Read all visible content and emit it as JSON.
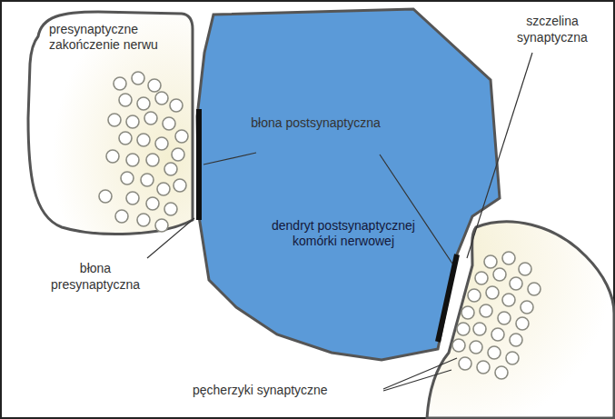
{
  "diagram": {
    "nodes": [
      {
        "text": [
          "presynaptyczne zakończenie nerwu"
        ]
      },
      {
        "text": [
          "dendryt postsynaptycznej komórki nerwowej"
        ]
      }
    ],
    "labels": [
      "błona postsynaptyczna",
      "szczelina synaptyczna",
      "błona presynaptyczna",
      "pęcherzyki synaptyczne"
    ]
  }
}
